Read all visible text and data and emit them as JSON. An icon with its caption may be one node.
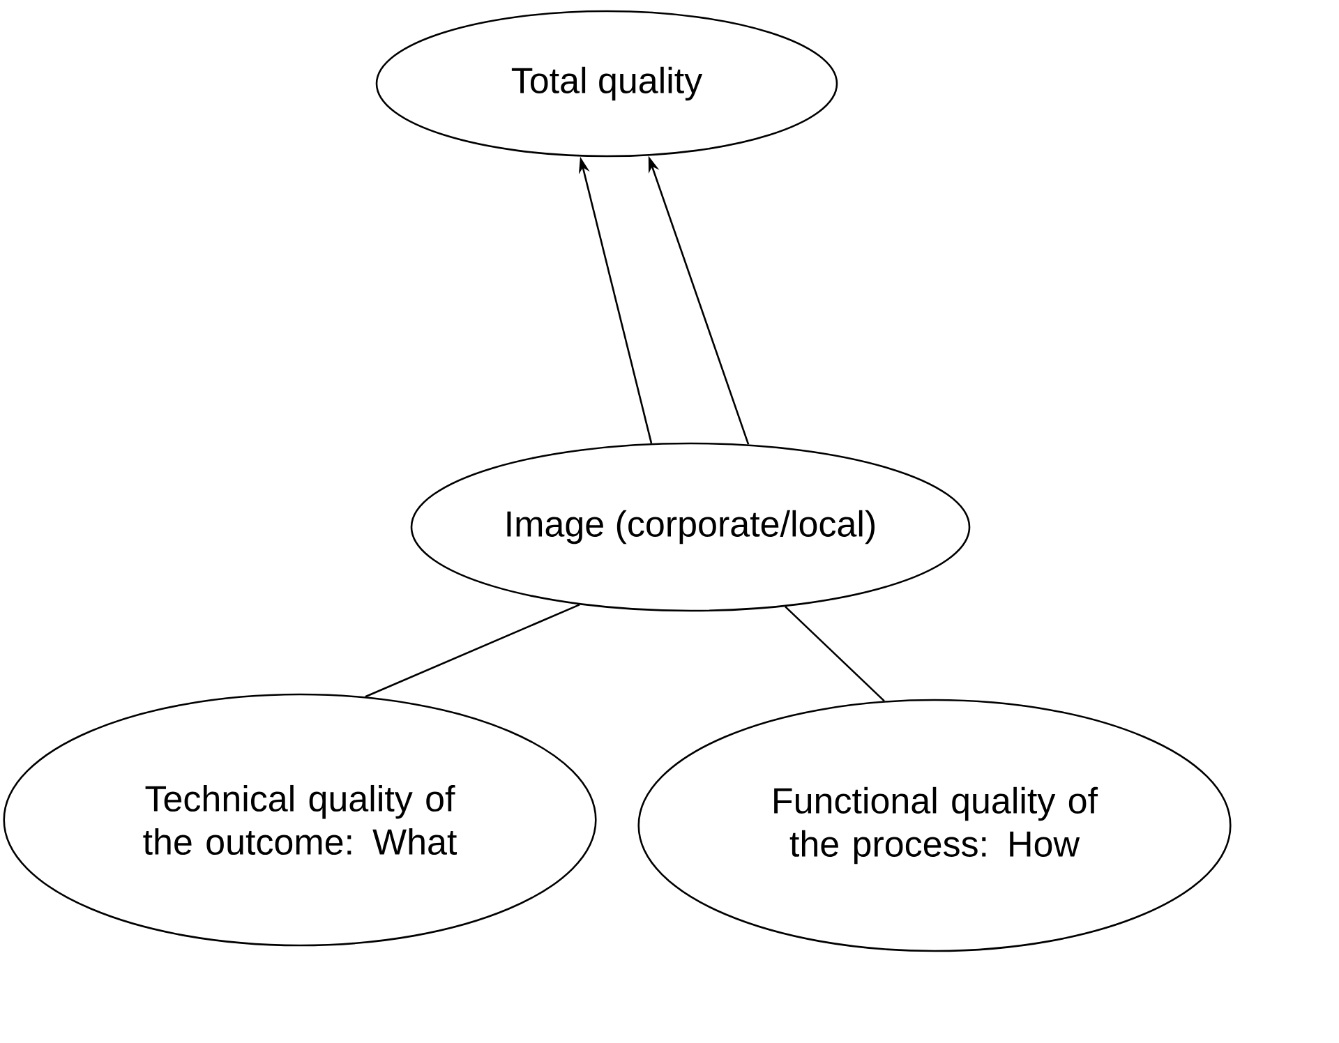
{
  "diagram": {
    "nodes": [
      {
        "text": [
          "Total quality"
        ]
      },
      {
        "text": [
          "Image (corporate/local)"
        ]
      },
      {
        "text": [
          "Technical quality of the outcome: What"
        ]
      },
      {
        "text": [
          "Functional quality of the process: How"
        ]
      }
    ],
    "edges": [
      {
        "from": 1,
        "to": 0,
        "arrow": "to"
      },
      {
        "from": 1,
        "to": 0,
        "arrow": "to"
      },
      {
        "from": 2,
        "to": 1,
        "arrow": "none"
      },
      {
        "from": 3,
        "to": 1,
        "arrow": "none"
      }
    ]
  }
}
